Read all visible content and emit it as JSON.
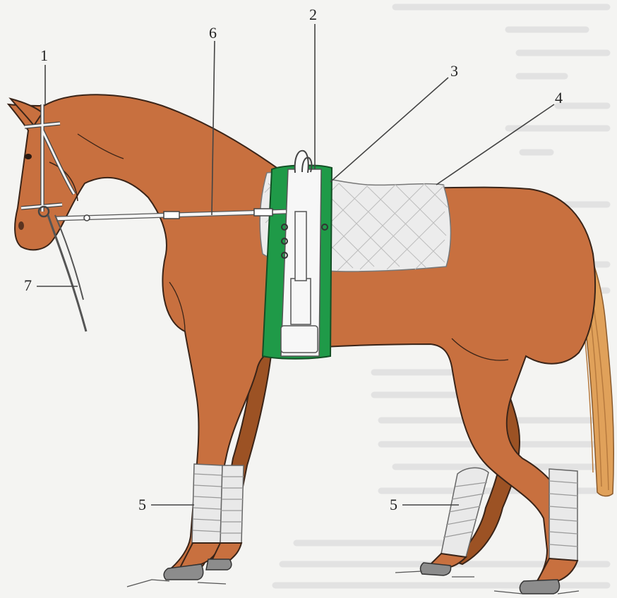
{
  "labels": {
    "l1": "1",
    "l2": "2",
    "l3": "3",
    "l4": "4",
    "l5_front": "5",
    "l5_hind": "5",
    "l6": "6",
    "l7": "7"
  },
  "colors": {
    "coat": "#c8703f",
    "surcingle": "#1f9a48",
    "saddle_pad": "#ececec",
    "tail": "#e0a15a",
    "bandage": "#e9e9e9"
  }
}
